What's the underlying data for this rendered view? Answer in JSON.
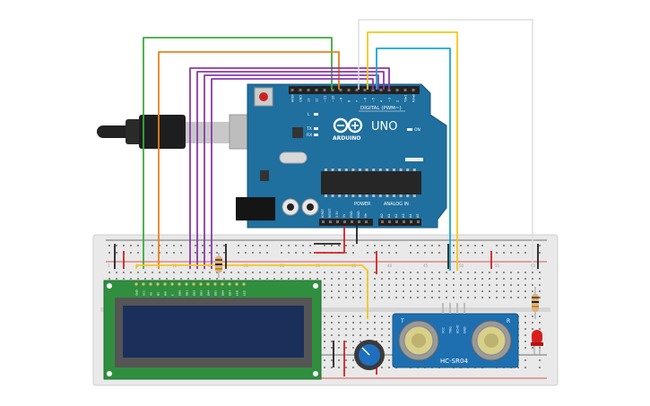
{
  "arduino": {
    "brand": "ARDUINO",
    "model": "UNO",
    "digital_label": "DIGITAL (PWM~)",
    "power_label": "POWER",
    "analog_label": "ANALOG IN",
    "on_label": "ON",
    "l_label": "L",
    "tx_label": "TX",
    "rx_label": "RX",
    "header_top_labels": [
      "AREF",
      "GND",
      "13",
      "12",
      "~11",
      "~10",
      "~9",
      "8",
      "7",
      "~6",
      "~5",
      "4",
      "~3",
      "2",
      "TX▸1",
      "RX◂0"
    ],
    "power_pins": [
      "IOREF",
      "RESET",
      "3.3V",
      "5V",
      "GND",
      "GND",
      "Vin"
    ],
    "analog_pins": [
      "A0",
      "A1",
      "A2",
      "A3",
      "A4",
      "A5"
    ]
  },
  "lcd": {
    "pin_labels": [
      "GND",
      "VCC",
      "V0",
      "RS",
      "RW",
      "E",
      "DB0",
      "DB1",
      "DB2",
      "DB3",
      "DB4",
      "DB5",
      "DB6",
      "DB7",
      "LED",
      "LED"
    ]
  },
  "sensor": {
    "label": "HC-SR04",
    "pin_labels": [
      "VCC",
      "TRIG",
      "ECHO",
      "GND"
    ],
    "left_mark": "T",
    "right_mark": "R"
  },
  "breadboard": {
    "col_labels": [
      "1",
      "5",
      "10",
      "15",
      "20",
      "25",
      "30",
      "35",
      "40",
      "45",
      "50",
      "55",
      "60"
    ]
  },
  "colors": {
    "board_blue": "#1f6f9f",
    "wire_green": "#3cab3c",
    "wire_orange": "#e8821e",
    "wire_purple": "#8a3aa8",
    "wire_yellow": "#f2c81c",
    "wire_cyan": "#1aa6d1",
    "wire_white": "#dddddd",
    "wire_red": "#d42020",
    "wire_black": "#222222",
    "lcd_green": "#2f8f3f",
    "lcd_screen": "#1a2f5a",
    "sensor_blue": "#1d6fb0",
    "led_red": "#d81e1e"
  }
}
